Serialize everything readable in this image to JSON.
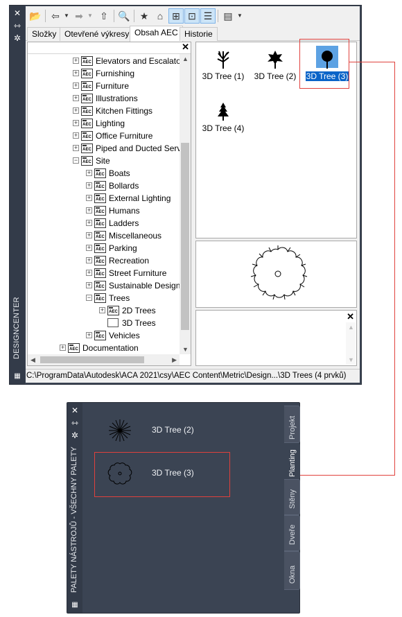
{
  "designcenter": {
    "title": "DESIGNCENTER",
    "tabs": [
      {
        "label": "Složky"
      },
      {
        "label": "Otevřené výkresy"
      },
      {
        "label": "Obsah AEC"
      },
      {
        "label": "Historie"
      }
    ],
    "selected_tab": "Obsah AEC",
    "tree": [
      {
        "label": "Elevators and Escalators",
        "level": 1
      },
      {
        "label": "Furnishing",
        "level": 1
      },
      {
        "label": "Furniture",
        "level": 1
      },
      {
        "label": "Illustrations",
        "level": 1
      },
      {
        "label": "Kitchen Fittings",
        "level": 1
      },
      {
        "label": "Lighting",
        "level": 1
      },
      {
        "label": "Office Furniture",
        "level": 1
      },
      {
        "label": "Piped and Ducted Services",
        "level": 1
      },
      {
        "label": "Site",
        "level": 1
      },
      {
        "label": "Boats",
        "level": 2
      },
      {
        "label": "Bollards",
        "level": 2
      },
      {
        "label": "External Lighting",
        "level": 2
      },
      {
        "label": "Humans",
        "level": 2
      },
      {
        "label": "Ladders",
        "level": 2
      },
      {
        "label": "Miscellaneous",
        "level": 2
      },
      {
        "label": "Parking",
        "level": 2
      },
      {
        "label": "Recreation",
        "level": 2
      },
      {
        "label": "Street Furniture",
        "level": 2
      },
      {
        "label": "Sustainable Design",
        "level": 2
      },
      {
        "label": "Trees",
        "level": 2
      },
      {
        "label": "2D Trees",
        "level": 3
      },
      {
        "label": "3D Trees",
        "level": 3
      },
      {
        "label": "Vehicles",
        "level": 2
      },
      {
        "label": "Documentation",
        "level": 0
      }
    ],
    "content_items": [
      {
        "label": "3D Tree (1)"
      },
      {
        "label": "3D Tree (2)"
      },
      {
        "label": "3D Tree (3)",
        "selected": true
      },
      {
        "label": "3D Tree (4)"
      }
    ],
    "status_path": "C:\\ProgramData\\Autodesk\\ACA 2021\\csy\\AEC Content\\Metric\\Design...\\3D Trees (4 prvků)"
  },
  "tool_palettes": {
    "title": "PALETY NÁSTROJŮ - VŠECHNY PALETY",
    "items": [
      {
        "label": "3D Tree (2)"
      },
      {
        "label": "3D Tree (3)"
      }
    ],
    "tabs": [
      {
        "label": "Projekt"
      },
      {
        "label": "Planting"
      },
      {
        "label": "Stěny"
      },
      {
        "label": "Dveře"
      },
      {
        "label": "Okna"
      }
    ],
    "selected_tab": "Planting"
  },
  "colors": {
    "panel_dark": "#3b4453",
    "selection_blue": "#0a64c8",
    "callout_red": "#e0413c"
  }
}
